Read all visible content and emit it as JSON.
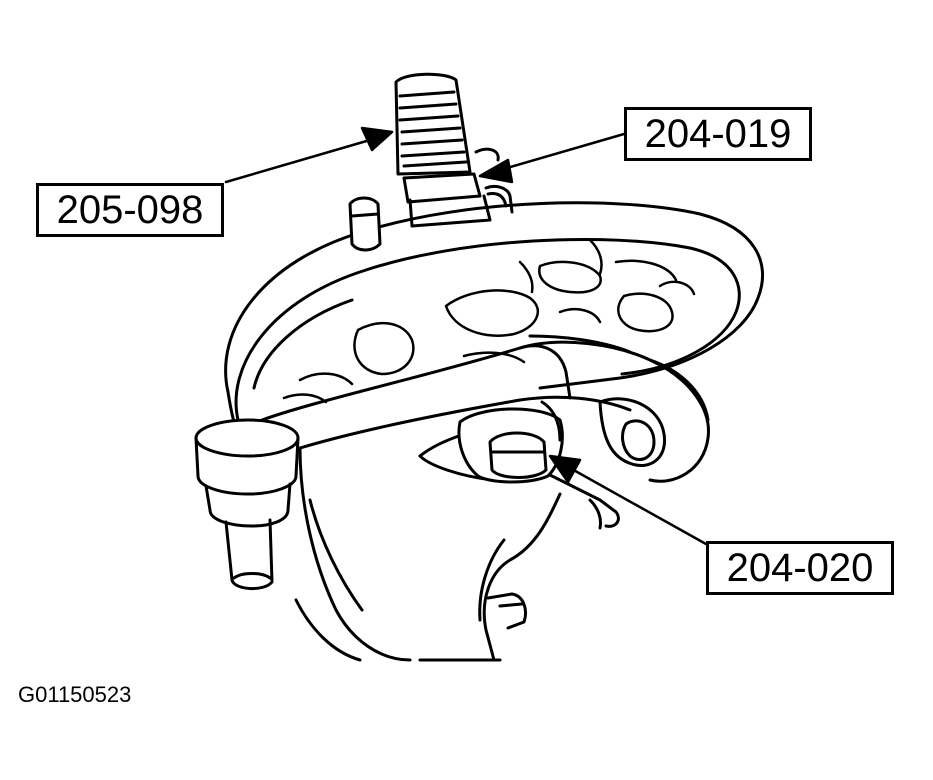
{
  "callouts": {
    "tool_205_098": "205-098",
    "tool_204_019": "204-019",
    "tool_204_020": "204-020"
  },
  "figure_id": "G01150523"
}
